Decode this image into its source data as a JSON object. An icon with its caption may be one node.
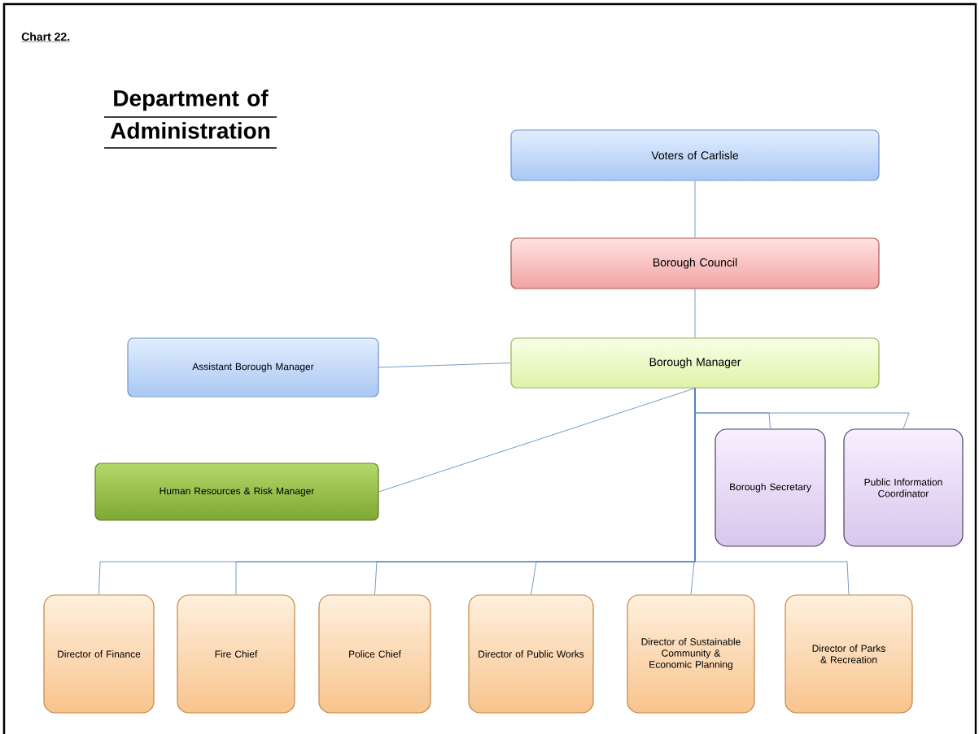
{
  "diagram": {
    "title": "Department of Administration",
    "nodes": [
      {
        "text": [
          "Voters of Carlisle"
        ]
      },
      {
        "text": [
          "Borough Council"
        ]
      },
      {
        "text": [
          "Borough Manager"
        ]
      },
      {
        "text": [
          "Assistant Borough Manager"
        ]
      },
      {
        "text": [
          "Human Resources & Risk Manager"
        ]
      },
      {
        "text": [
          "Borough Secretary"
        ]
      },
      {
        "text": [
          "Public Information Coordinator"
        ]
      },
      {
        "text": [
          "Director of Finance"
        ]
      },
      {
        "text": [
          "Fire Chief"
        ]
      },
      {
        "text": [
          "Police Chief"
        ]
      },
      {
        "text": [
          "Director of Public Works"
        ]
      },
      {
        "text": [
          "Director of Sustainable Community & Economic Planning"
        ]
      },
      {
        "text": [
          "Director of Parks & Recreation"
        ]
      }
    ],
    "edges": [
      {
        "from": 0,
        "to": 1,
        "arrow": "none"
      },
      {
        "from": 1,
        "to": 2,
        "arrow": "none"
      },
      {
        "from": 2,
        "to": 3,
        "arrow": "none"
      },
      {
        "from": 2,
        "to": 4,
        "arrow": "none"
      },
      {
        "from": 2,
        "to": 5,
        "arrow": "none"
      },
      {
        "from": 2,
        "to": 6,
        "arrow": "none"
      },
      {
        "from": 2,
        "to": 7,
        "arrow": "none"
      },
      {
        "from": 2,
        "to": 8,
        "arrow": "none"
      },
      {
        "from": 2,
        "to": 9,
        "arrow": "none"
      },
      {
        "from": 2,
        "to": 10,
        "arrow": "none"
      },
      {
        "from": 2,
        "to": 11,
        "arrow": "none"
      },
      {
        "from": 2,
        "to": 12,
        "arrow": "none"
      }
    ],
    "labels": [
      "Chart 22."
    ]
  }
}
